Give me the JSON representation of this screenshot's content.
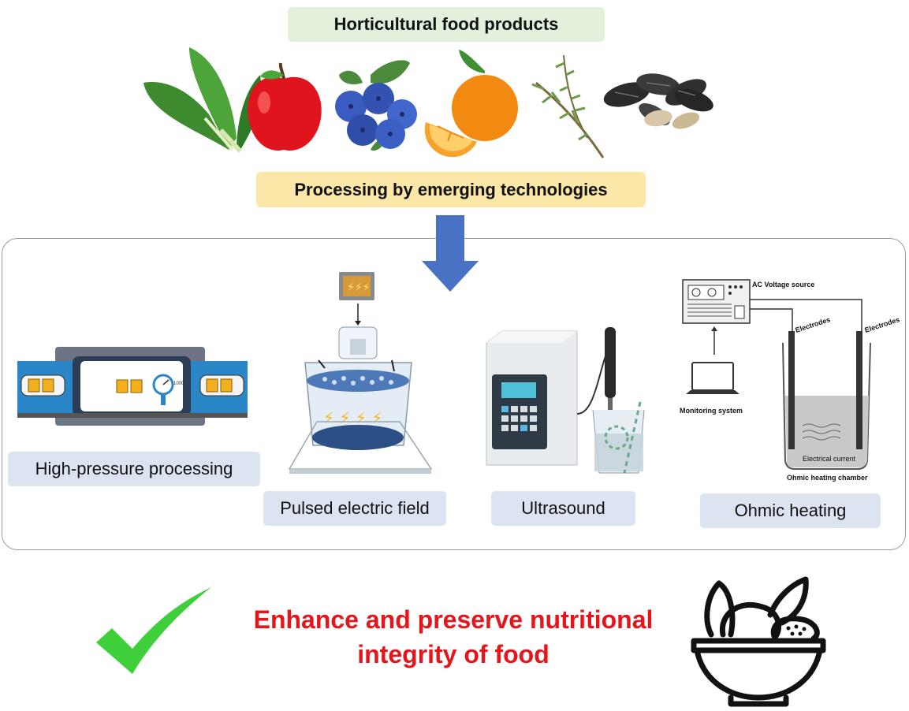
{
  "header": {
    "title": "Horticultural food products"
  },
  "processing": {
    "label": "Processing by emerging technologies"
  },
  "technologies": [
    {
      "label": "High-pressure processing"
    },
    {
      "label": "Pulsed electric field"
    },
    {
      "label": "Ultrasound"
    },
    {
      "label": "Ohmic heating"
    }
  ],
  "hpp": {
    "gauge_value": "1000"
  },
  "ohmic": {
    "ac_source": "AC Voltage source",
    "electrodes_left": "Electrodes",
    "electrodes_right": "Electrodes",
    "monitoring": "Monitoring system",
    "current": "Electrical current",
    "chamber": "Ohmic heating chamber"
  },
  "outcome": {
    "line1": "Enhance and preserve nutritional",
    "line2": "integrity of food"
  },
  "icons": [
    "spinach-icon",
    "apple-icon",
    "blueberries-icon",
    "orange-icon",
    "rosemary-icon",
    "sunflower-seeds-icon",
    "down-arrow-icon",
    "checkmark-icon",
    "fruit-bowl-icon"
  ],
  "colors": {
    "title_bg": "#e3f1dc",
    "process_bg": "#fbe7a7",
    "tag_bg": "#dde4f1",
    "arrow": "#4a72c4",
    "check": "#3fcf3a",
    "outcome_text": "#e4161b"
  }
}
